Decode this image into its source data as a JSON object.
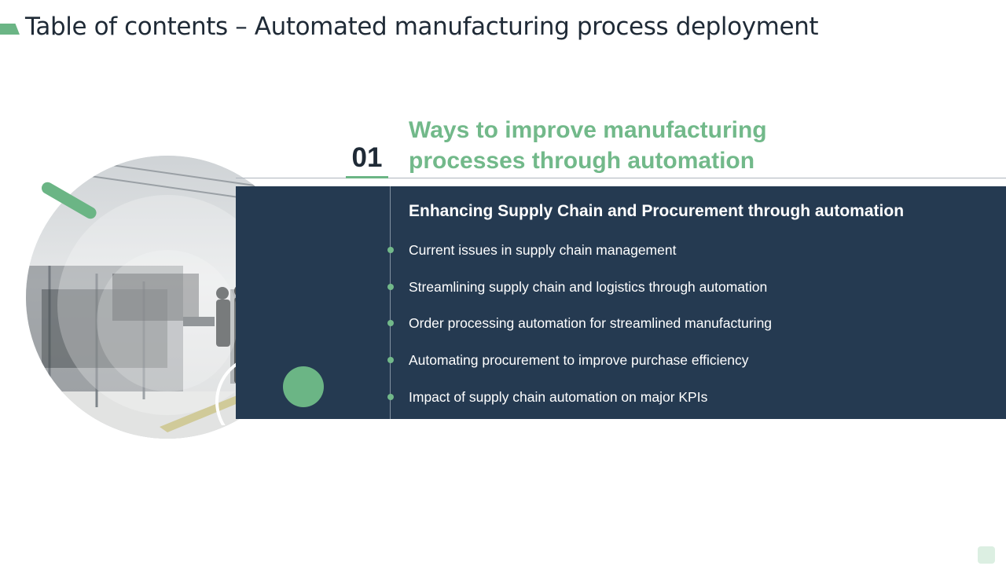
{
  "slide": {
    "title": "Table of contents – Automated manufacturing process deployment"
  },
  "section": {
    "number": "01",
    "heading": "Ways to improve manufacturing processes through automation"
  },
  "panel": {
    "heading": "Enhancing Supply Chain and Procurement through automation",
    "items": [
      "Current issues in supply chain management",
      "Streamlining supply chain and logistics through automation",
      "Order processing automation for streamlined manufacturing",
      "Automating procurement to improve purchase efficiency",
      "Impact of supply chain automation on major KPIs"
    ]
  },
  "colors": {
    "accent_green": "#6bb585",
    "heading_green": "#72b98a",
    "panel_navy": "#253a51",
    "title_text": "#1f2a36"
  },
  "icons": {
    "photo": "factory-floor-photo",
    "decor": [
      "green-pill-shape",
      "green-dot-shape",
      "ring-outline-shape",
      "title-accent-shape"
    ]
  }
}
